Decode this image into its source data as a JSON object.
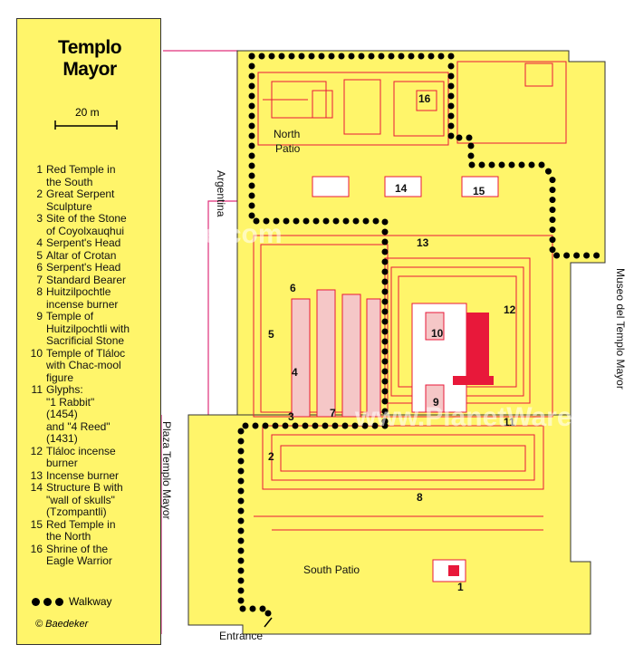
{
  "legend": {
    "title_line1": "Templo",
    "title_line2": "Mayor",
    "scale_label": "20 m",
    "items": [
      {
        "num": "1",
        "text": "Red Temple in\nthe South"
      },
      {
        "num": "2",
        "text": "Great Serpent\nSculpture"
      },
      {
        "num": "3",
        "text": "Site of the Stone\nof Coyolxauqhui"
      },
      {
        "num": "4",
        "text": "Serpent's Head"
      },
      {
        "num": "5",
        "text": "Altar of Crotan"
      },
      {
        "num": "6",
        "text": "Serpent's Head"
      },
      {
        "num": "7",
        "text": "Standard Bearer"
      },
      {
        "num": "8",
        "text": "Huitzilpochtle\nincense burner"
      },
      {
        "num": "9",
        "text": "Temple of\nHuitzilpochtli with\nSacrificial Stone"
      },
      {
        "num": "10",
        "text": "Temple of Tláloc\nwith Chac-mool\nfigure"
      },
      {
        "num": "11",
        "text": "Glyphs:\n\"1 Rabbit\"\n(1454)\nand \"4 Reed\"\n(1431)"
      },
      {
        "num": "12",
        "text": "Tláloc incense\nburner"
      },
      {
        "num": "13",
        "text": "Incense burner"
      },
      {
        "num": "14",
        "text": "Structure B with\n\"wall of skulls\"\n(Tzompantli)"
      },
      {
        "num": "15",
        "text": "Red Temple in\nthe North"
      },
      {
        "num": "16",
        "text": "Shrine of the\nEagle Warrior"
      }
    ],
    "walkway_label": "Walkway",
    "copyright": "© Baedeker"
  },
  "map_labels": {
    "north_patio_1": "North",
    "north_patio_2": "Patio",
    "south_patio": "South Patio",
    "entrance": "Entrance",
    "argentina": "Argentina",
    "plaza": "Plaza Templo Mayor",
    "museo": "Museo del Templo Mayor"
  },
  "watermarks": {
    "wm1": "www.PlanetWare.com",
    "wm2": "www.PlanetWare.com"
  },
  "colors": {
    "site_fill": "#fff56a",
    "outline": "#e8183a",
    "walkway": "#000000"
  }
}
